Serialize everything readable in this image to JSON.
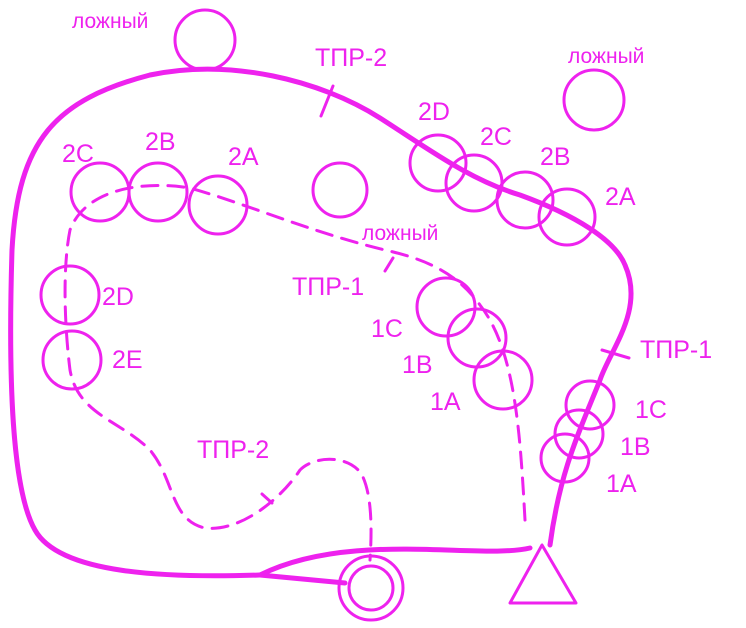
{
  "colors": {
    "stroke": "#ee22ee",
    "background": "#ffffff"
  },
  "labels": {
    "false_1": "ложный",
    "false_2": "ложный",
    "false_3": "ложный",
    "tpr2_outer": "ТПР-2",
    "tpr1_outer": "ТПР-1",
    "tpr1_inner": "ТПР-1",
    "tpr2_inner": "ТПР-2",
    "outer_2d": "2D",
    "outer_2c": "2C",
    "outer_2b": "2B",
    "outer_2a": "2A",
    "outer_1c": "1C",
    "outer_1b": "1B",
    "outer_1a": "1A",
    "inner_2c": "2C",
    "inner_2b": "2B",
    "inner_2a": "2A",
    "inner_2d": "2D",
    "inner_2e": "2E",
    "inner_1c": "1C",
    "inner_1b": "1B",
    "inner_1a": "1A"
  },
  "icons": {
    "source": "double-circle-icon",
    "receiver": "triangle-icon"
  }
}
